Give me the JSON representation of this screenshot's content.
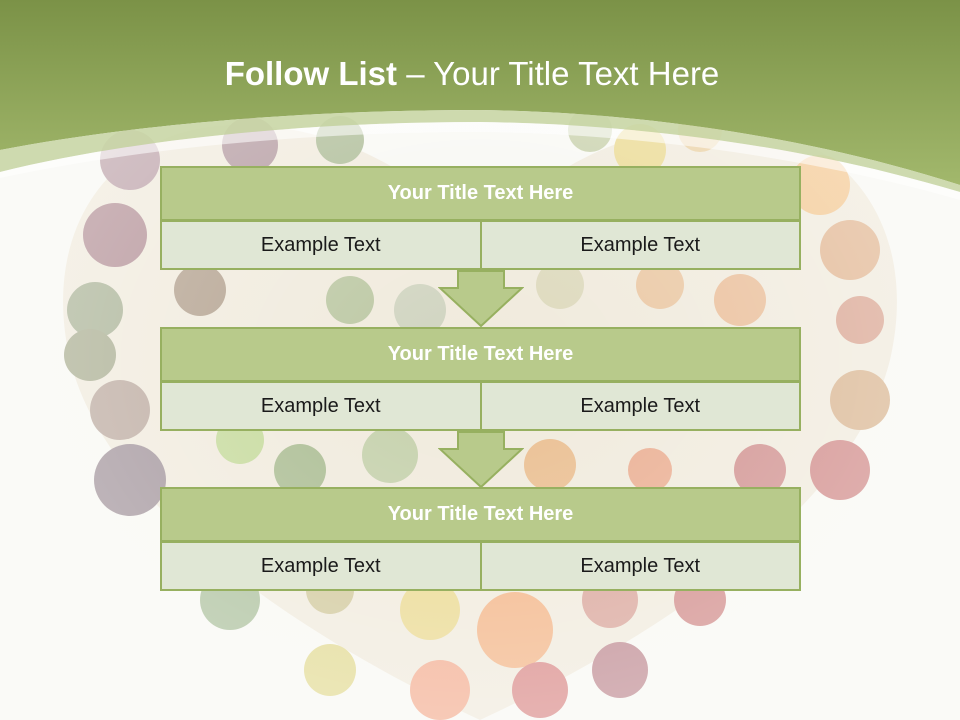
{
  "slide": {
    "title_bold": "Follow List",
    "title_rest": " – Your Title Text Here",
    "colors": {
      "header_band": "#8fa65a",
      "accent": "#97b060",
      "block_head": "#b8ca8b",
      "block_cell": "#e0e7d5"
    }
  },
  "blocks": [
    {
      "title": "Your Title Text Here",
      "left": "Example Text",
      "right": "Example Text"
    },
    {
      "title": "Your Title Text Here",
      "left": "Example Text",
      "right": "Example Text"
    },
    {
      "title": "Your Title Text Here",
      "left": "Example Text",
      "right": "Example Text"
    }
  ],
  "background": {
    "image": "heart-shaped-fruit-vegetable-photo"
  }
}
